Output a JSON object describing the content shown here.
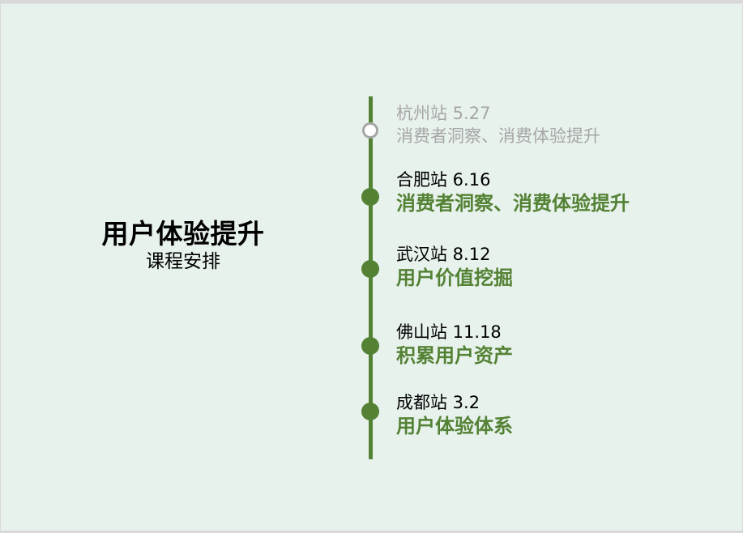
{
  "slide": {
    "title": "用户体验提升",
    "subtitle": "课程安排"
  },
  "timeline": {
    "accent_color": "#548235",
    "past_color": "#a6a6a6",
    "items": [
      {
        "station": "杭州站 5.27",
        "topic": "消费者洞察、消费体验提升",
        "status": "past"
      },
      {
        "station": "合肥站 6.16",
        "topic": "消费者洞察、消费体验提升",
        "status": "upcoming"
      },
      {
        "station": "武汉站 8.12",
        "topic": "用户价值挖掘",
        "status": "upcoming"
      },
      {
        "station": "佛山站 11.18",
        "topic": "积累用户资产",
        "status": "upcoming"
      },
      {
        "station": "成都站 3.2",
        "topic": "用户体验体系",
        "status": "upcoming"
      }
    ]
  }
}
